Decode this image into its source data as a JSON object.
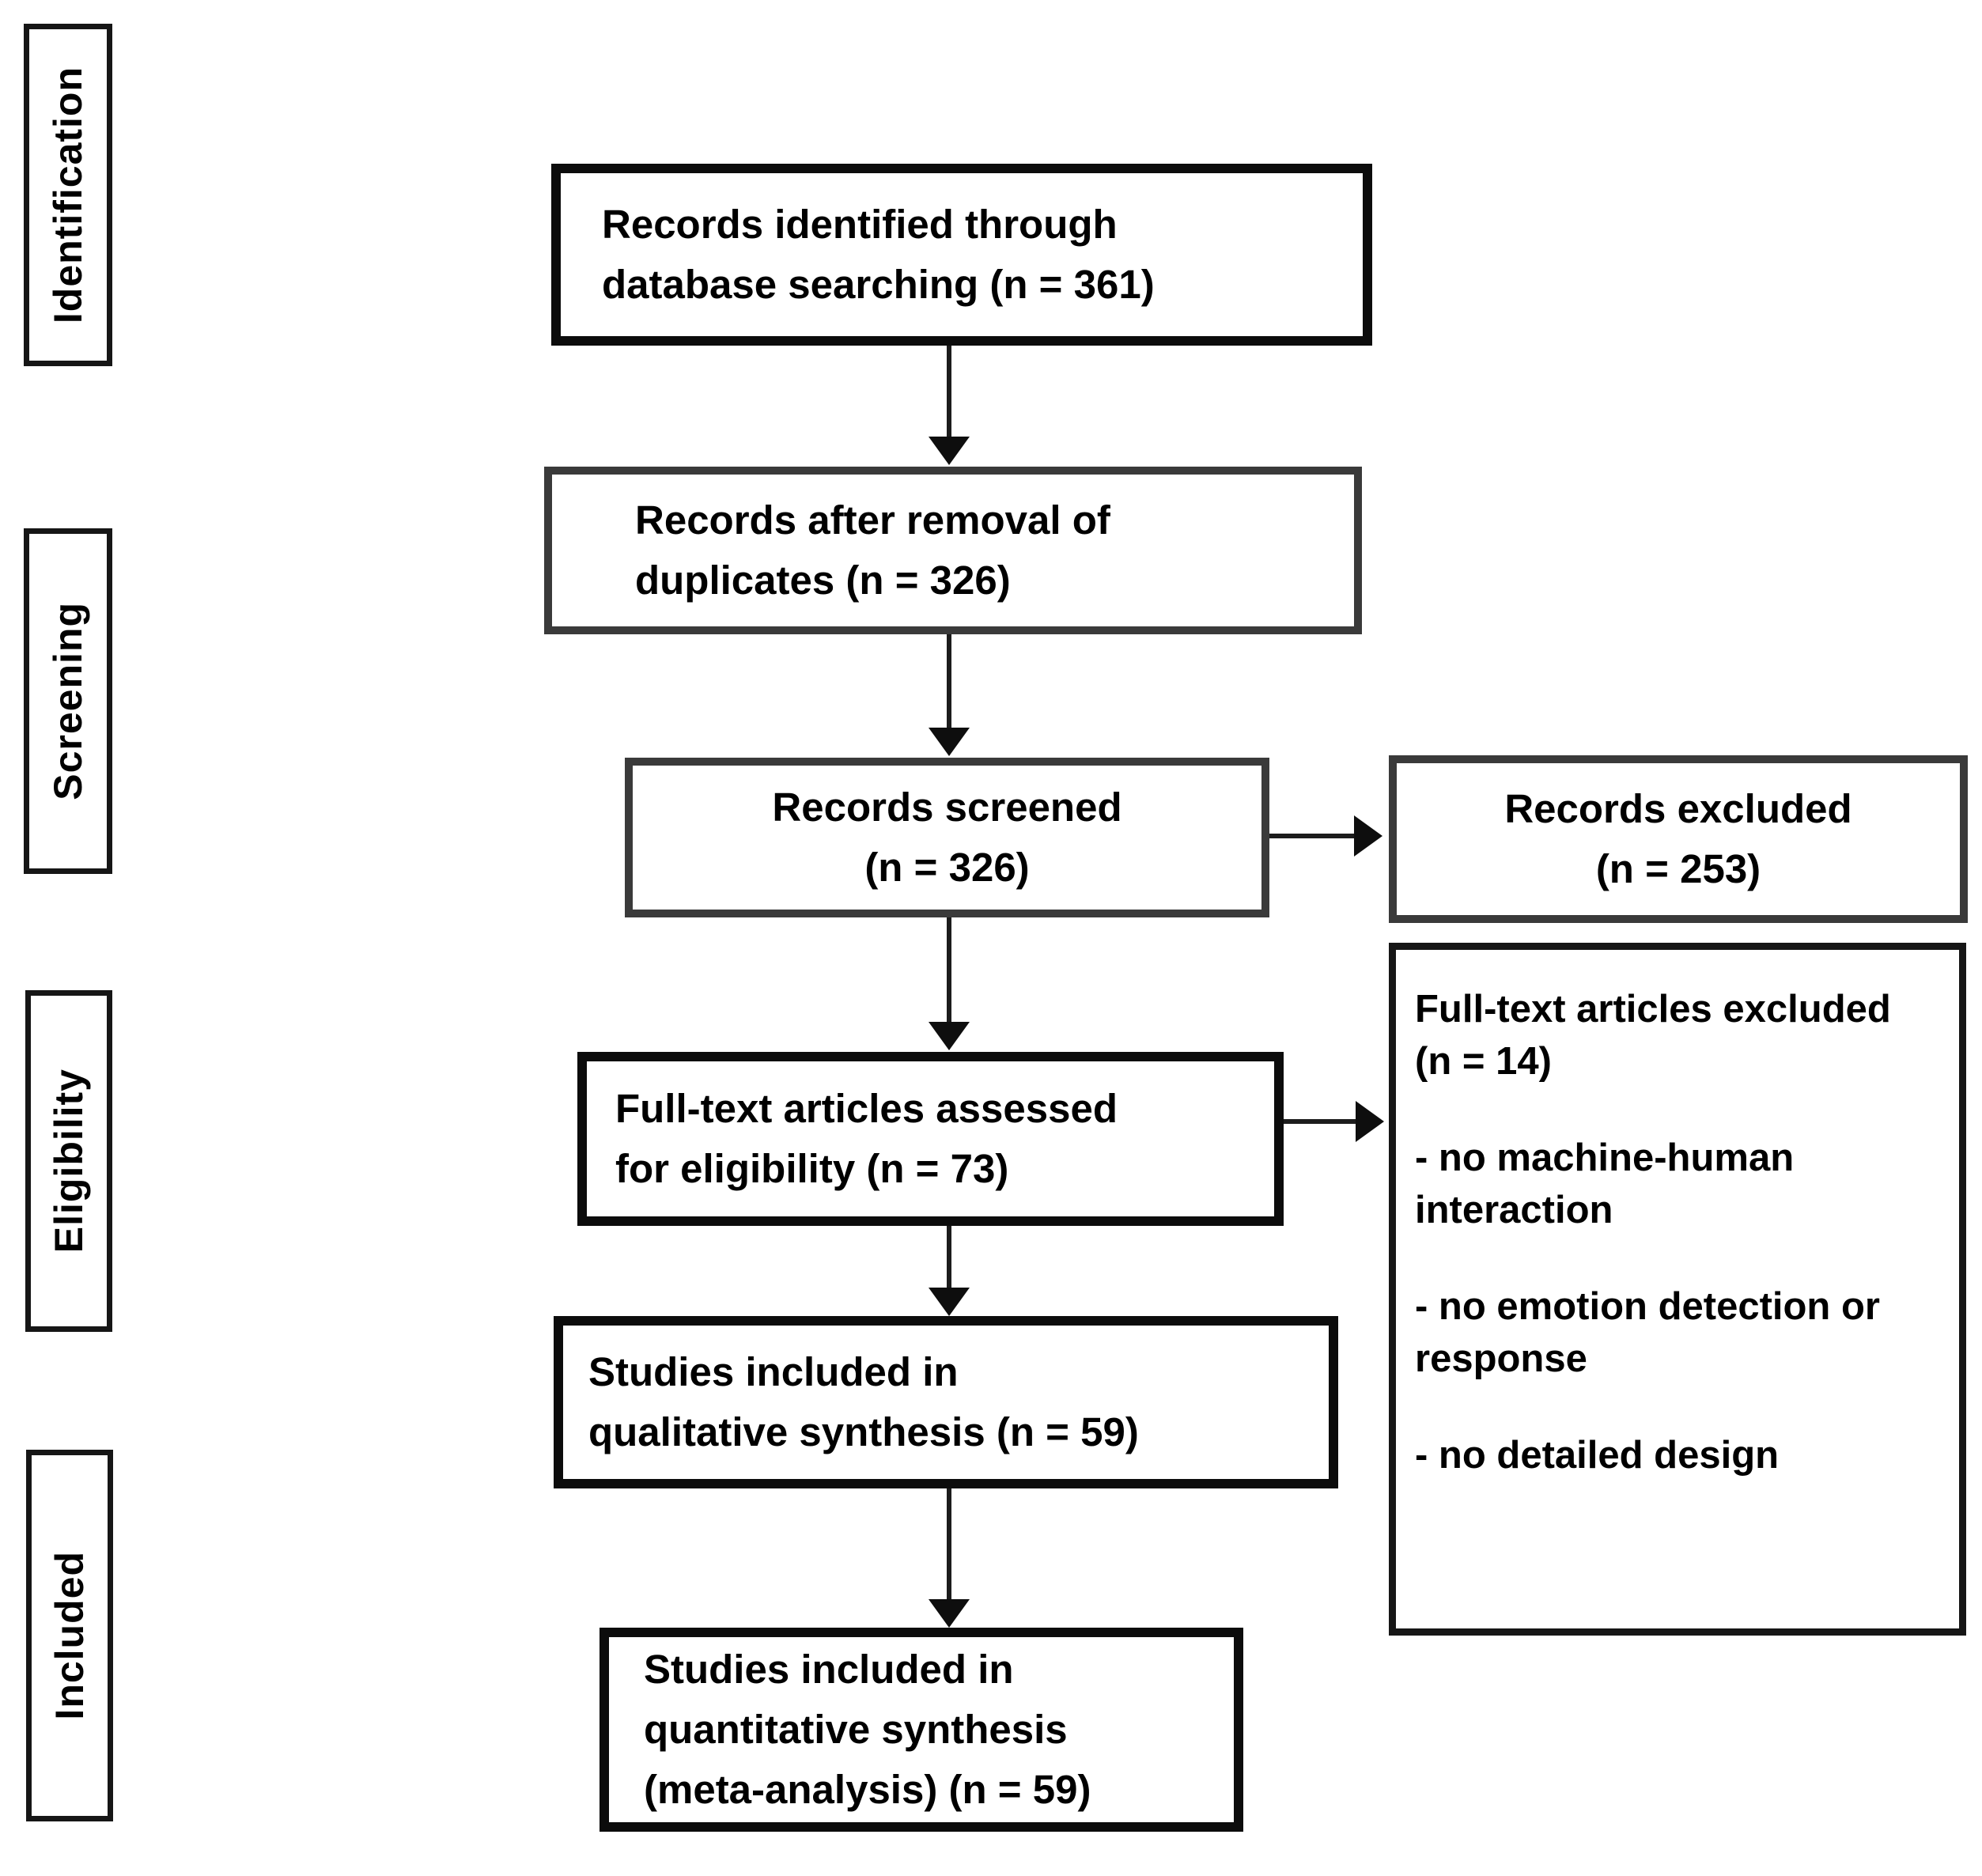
{
  "stages": [
    {
      "label": "Identification"
    },
    {
      "label": "Screening"
    },
    {
      "label": "Eligibility"
    },
    {
      "label": "Included"
    }
  ],
  "boxes": {
    "identified": {
      "lines": [
        "Records identified through",
        "database searching (n = 361)"
      ]
    },
    "deduplicated": {
      "lines": [
        "Records after removal of",
        "duplicates (n = 326)"
      ]
    },
    "screened": {
      "lines": [
        "Records screened",
        "(n = 326)"
      ]
    },
    "records_excluded": {
      "lines": [
        "Records excluded",
        "(n = 253)"
      ]
    },
    "fulltext_assessed": {
      "lines": [
        "Full-text articles assessed",
        "for eligibility (n = 73)"
      ]
    },
    "fulltext_excluded": {
      "heading": {
        "lines": [
          "Full-text articles excluded",
          "(n = 14)"
        ]
      },
      "reasons": [
        {
          "lines": [
            "- no machine-human",
            "interaction"
          ]
        },
        {
          "lines": [
            "- no emotion detection or",
            "response"
          ]
        },
        {
          "lines": [
            "- no detailed design"
          ]
        }
      ]
    },
    "qualitative_included": {
      "lines": [
        "Studies included in",
        "qualitative synthesis (n = 59)"
      ]
    },
    "quantitative_included": {
      "lines": [
        "Studies included in",
        "quantitative synthesis",
        "(meta-analysis) (n = 59)"
      ]
    }
  }
}
